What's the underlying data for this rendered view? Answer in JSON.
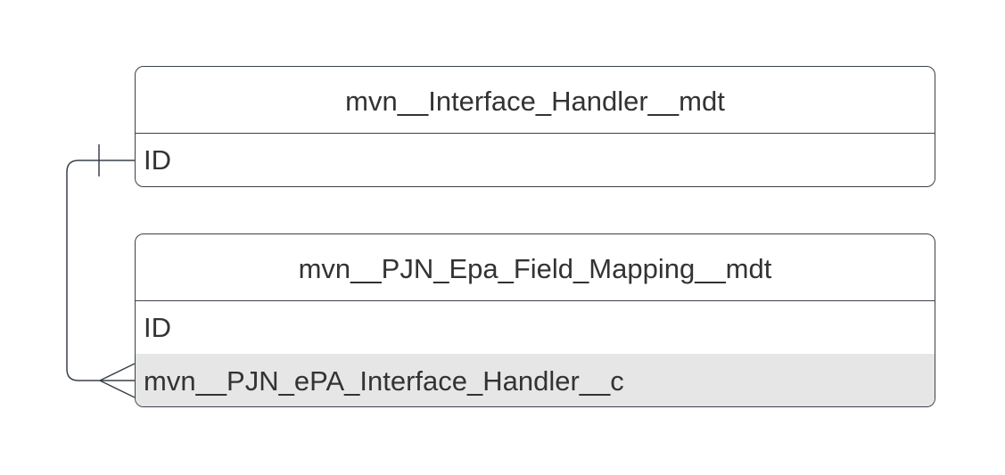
{
  "entities": [
    {
      "title": "mvn__Interface_Handler__mdt",
      "fields": [
        "ID"
      ]
    },
    {
      "title": "mvn__PJN_Epa_Field_Mapping__mdt",
      "fields": [
        "ID",
        "mvn__PJN_ePA_Interface_Handler__c"
      ]
    }
  ],
  "relationship": {
    "from_entity": "mvn__Interface_Handler__mdt",
    "from_field": "ID",
    "from_cardinality": "one",
    "to_entity": "mvn__PJN_Epa_Field_Mapping__mdt",
    "to_field": "mvn__PJN_ePA_Interface_Handler__c",
    "to_cardinality": "many",
    "highlight_color": "#e6e6e6",
    "line_color": "#3a414a"
  }
}
